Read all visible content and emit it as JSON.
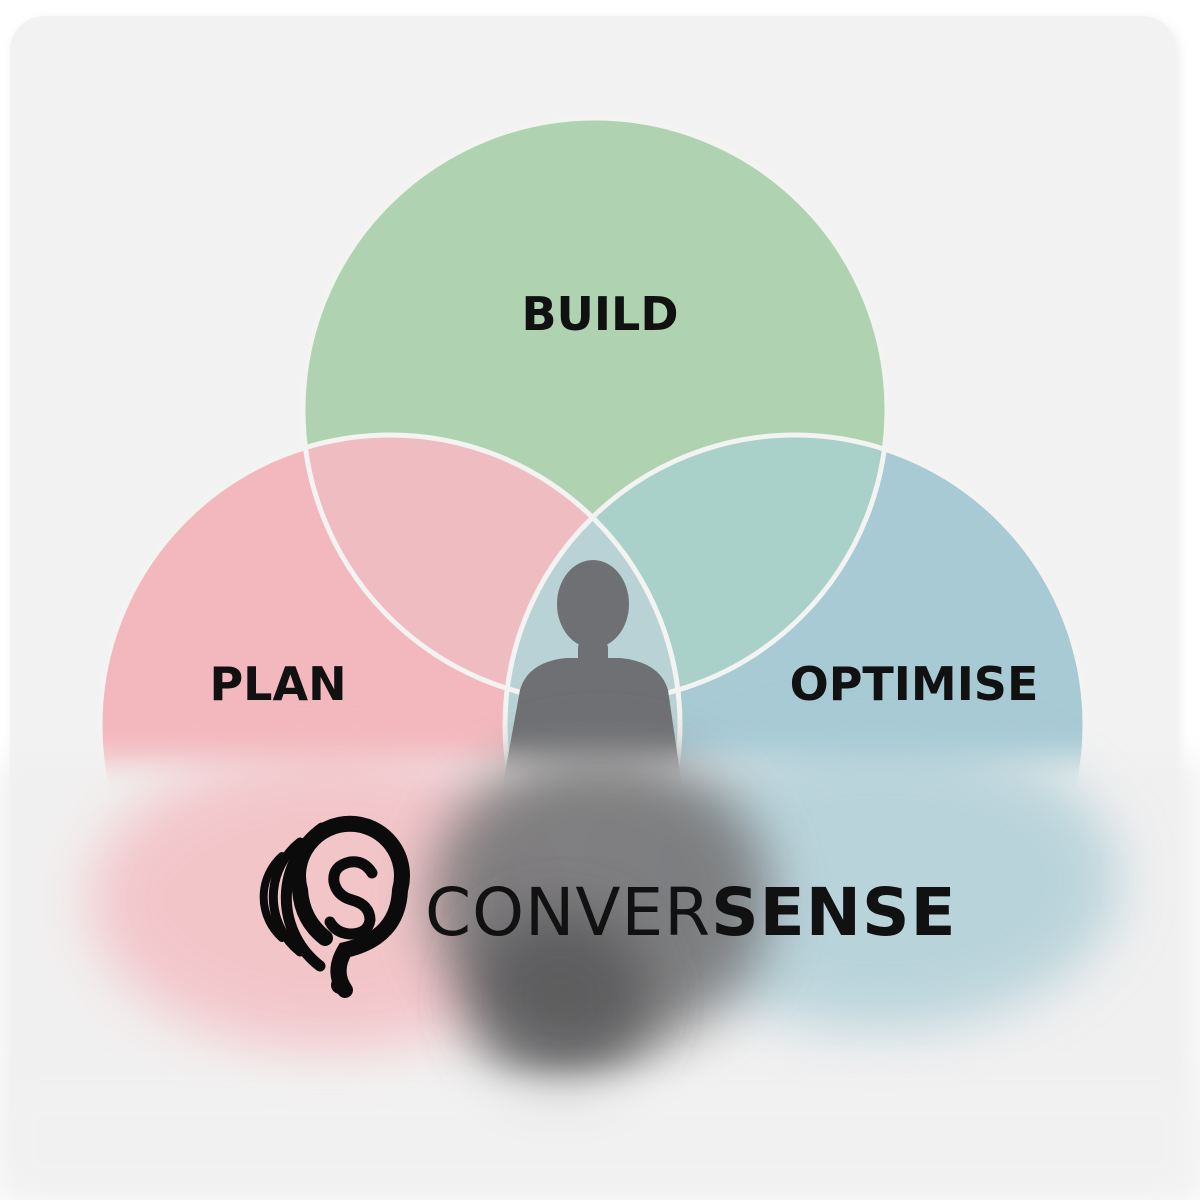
{
  "diagram": {
    "labels": {
      "build": "BUILD",
      "plan": "PLAN",
      "optimise": "OPTIMISE"
    },
    "colors": {
      "build": "#afd3b0",
      "plan": "#f3b8bd",
      "optimise": "#a7cad4",
      "plan_build_overlap": "#efbcc1",
      "build_optimise_overlap": "#a9d0c9",
      "center_overlap": "#b9d2d6",
      "figure": "#6f7073",
      "outline": "#f3f3f1",
      "panel": "#f2f2f2"
    },
    "center_figure_icon": "person-silhouette-icon"
  },
  "brand": {
    "logo_icon": "ear-spiral-icon",
    "name_light": "CONVER",
    "name_bold": "SENSE"
  }
}
